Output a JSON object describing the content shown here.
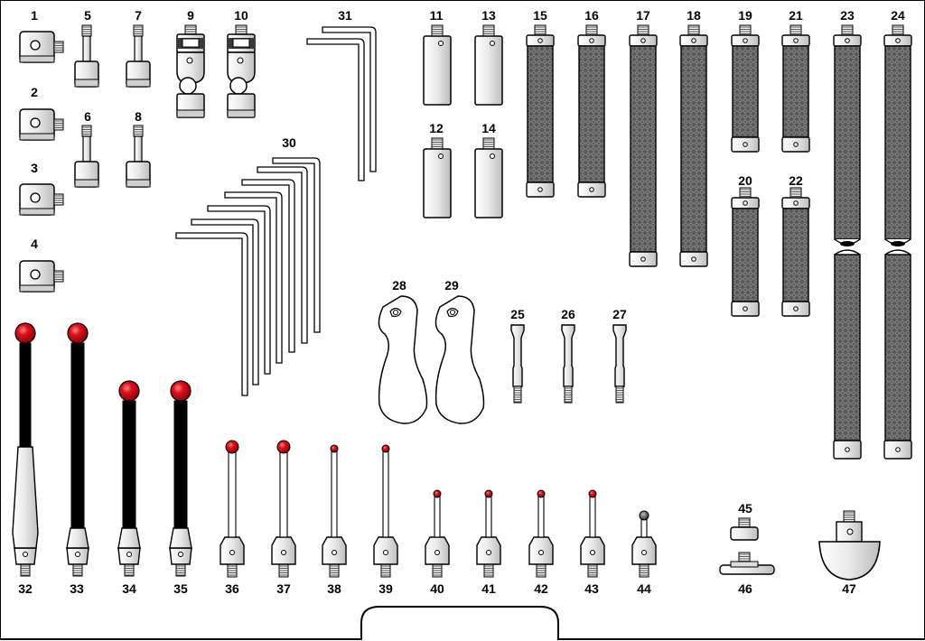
{
  "diagram": {
    "labels": [
      "1",
      "2",
      "3",
      "4",
      "5",
      "6",
      "7",
      "8",
      "9",
      "10",
      "11",
      "12",
      "13",
      "14",
      "15",
      "16",
      "17",
      "18",
      "19",
      "20",
      "21",
      "22",
      "23",
      "24",
      "25",
      "26",
      "27",
      "28",
      "29",
      "30",
      "31",
      "32",
      "33",
      "34",
      "35",
      "36",
      "37",
      "38",
      "39",
      "40",
      "41",
      "42",
      "43",
      "44",
      "45",
      "46",
      "47"
    ]
  },
  "colors": {
    "outline": "#000000",
    "ruby": "#e0101c",
    "carbon": "#555555",
    "steel": "#e6e6e6",
    "background": "#ffffff"
  }
}
